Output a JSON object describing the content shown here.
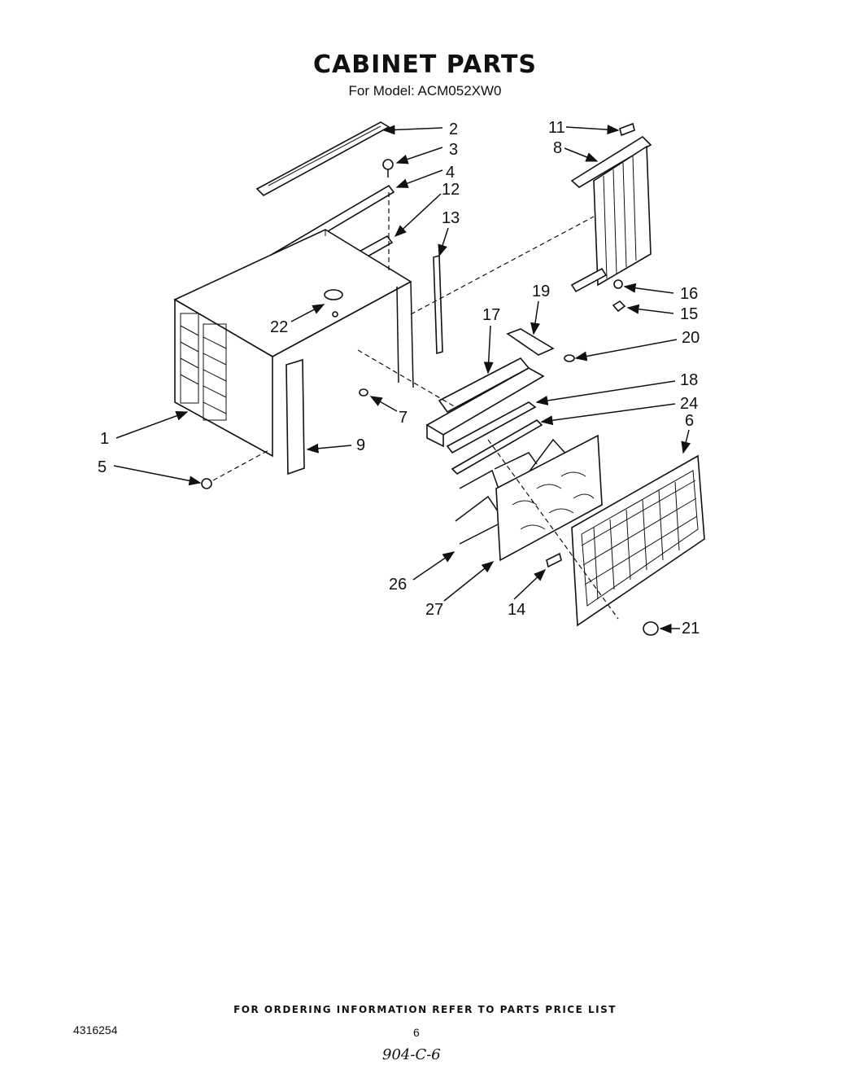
{
  "header": {
    "title": "CABINET PARTS",
    "subtitle": "For Model: ACM052XW0"
  },
  "callouts": [
    "1",
    "2",
    "3",
    "4",
    "5",
    "6",
    "7",
    "8",
    "9",
    "11",
    "12",
    "13",
    "14",
    "15",
    "16",
    "17",
    "18",
    "19",
    "20",
    "21",
    "22",
    "24",
    "26",
    "27"
  ],
  "footer": {
    "ordering_note": "FOR ORDERING INFORMATION REFER TO PARTS PRICE LIST",
    "document_number": "4316254",
    "page_number": "6",
    "handwritten_note": "904-C-6"
  }
}
